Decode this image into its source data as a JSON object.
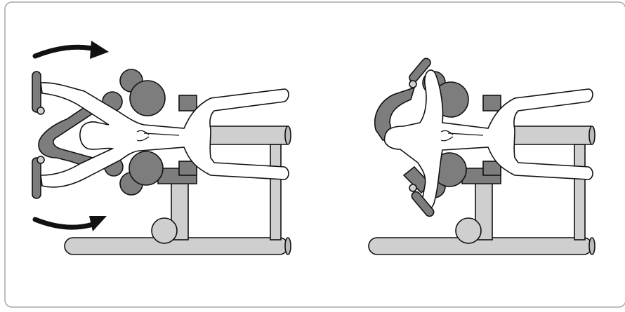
{
  "figure": {
    "panels": [
      {
        "id": "start-position",
        "arrows": [
          "outward-arc-top",
          "outward-arc-bottom"
        ]
      },
      {
        "id": "end-position",
        "arrows": []
      }
    ],
    "colors": {
      "frame_border": "#a8a8a8",
      "outline": "#111111",
      "machine_light": "#cfcfcf",
      "machine_dark": "#7d7d7d",
      "body_fill": "#ffffff",
      "arrow": "#111111"
    }
  }
}
